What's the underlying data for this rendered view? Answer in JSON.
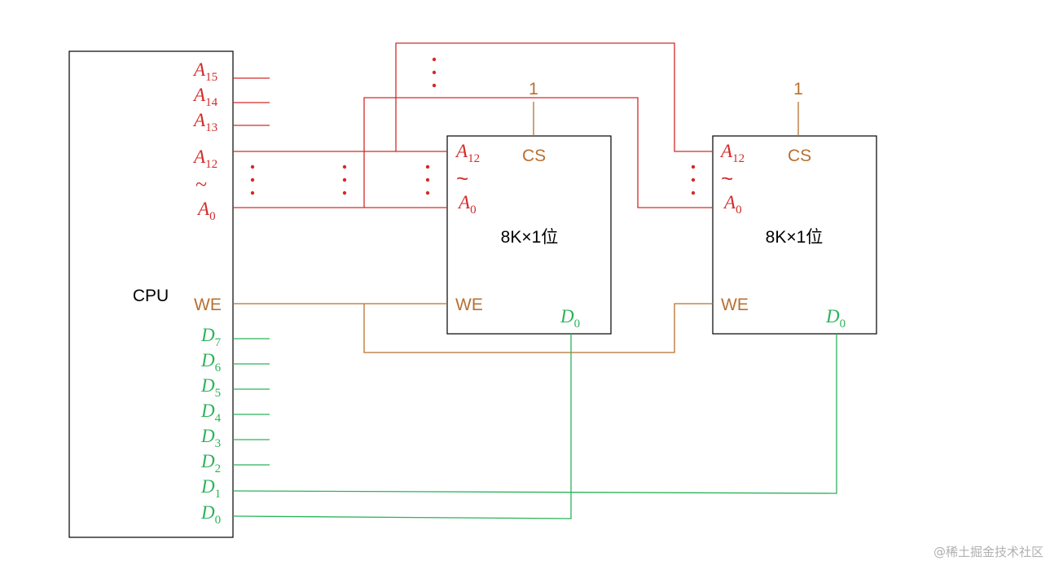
{
  "colors": {
    "address": "#d42a2a",
    "control": "#b8702f",
    "data": "#2bb35a",
    "box": "#000000",
    "watermark": "#b0b0b0"
  },
  "cpu": {
    "label": "CPU",
    "address_pins": {
      "a15": {
        "base": "A",
        "sub": "15"
      },
      "a14": {
        "base": "A",
        "sub": "14"
      },
      "a13": {
        "base": "A",
        "sub": "13"
      },
      "a12": {
        "base": "A",
        "sub": "12"
      },
      "tilde": "~",
      "a0": {
        "base": "A",
        "sub": "0"
      }
    },
    "we": "WE",
    "data_pins": {
      "d7": {
        "base": "D",
        "sub": "7"
      },
      "d6": {
        "base": "D",
        "sub": "6"
      },
      "d5": {
        "base": "D",
        "sub": "5"
      },
      "d4": {
        "base": "D",
        "sub": "4"
      },
      "d3": {
        "base": "D",
        "sub": "3"
      },
      "d2": {
        "base": "D",
        "sub": "2"
      },
      "d1": {
        "base": "D",
        "sub": "1"
      },
      "d0": {
        "base": "D",
        "sub": "0"
      }
    }
  },
  "chips": [
    {
      "label": "8K×1位",
      "cs": "CS",
      "cs_value": "1",
      "we": "WE",
      "a_high": {
        "base": "A",
        "sub": "12"
      },
      "tilde": "~",
      "a_low": {
        "base": "A",
        "sub": "0"
      },
      "d_out": {
        "base": "D",
        "sub": "0"
      }
    },
    {
      "label": "8K×1位",
      "cs": "CS",
      "cs_value": "1",
      "we": "WE",
      "a_high": {
        "base": "A",
        "sub": "12"
      },
      "tilde": "~",
      "a_low": {
        "base": "A",
        "sub": "0"
      },
      "d_out": {
        "base": "D",
        "sub": "0"
      }
    }
  ],
  "watermark": "@稀土掘金技术社区"
}
